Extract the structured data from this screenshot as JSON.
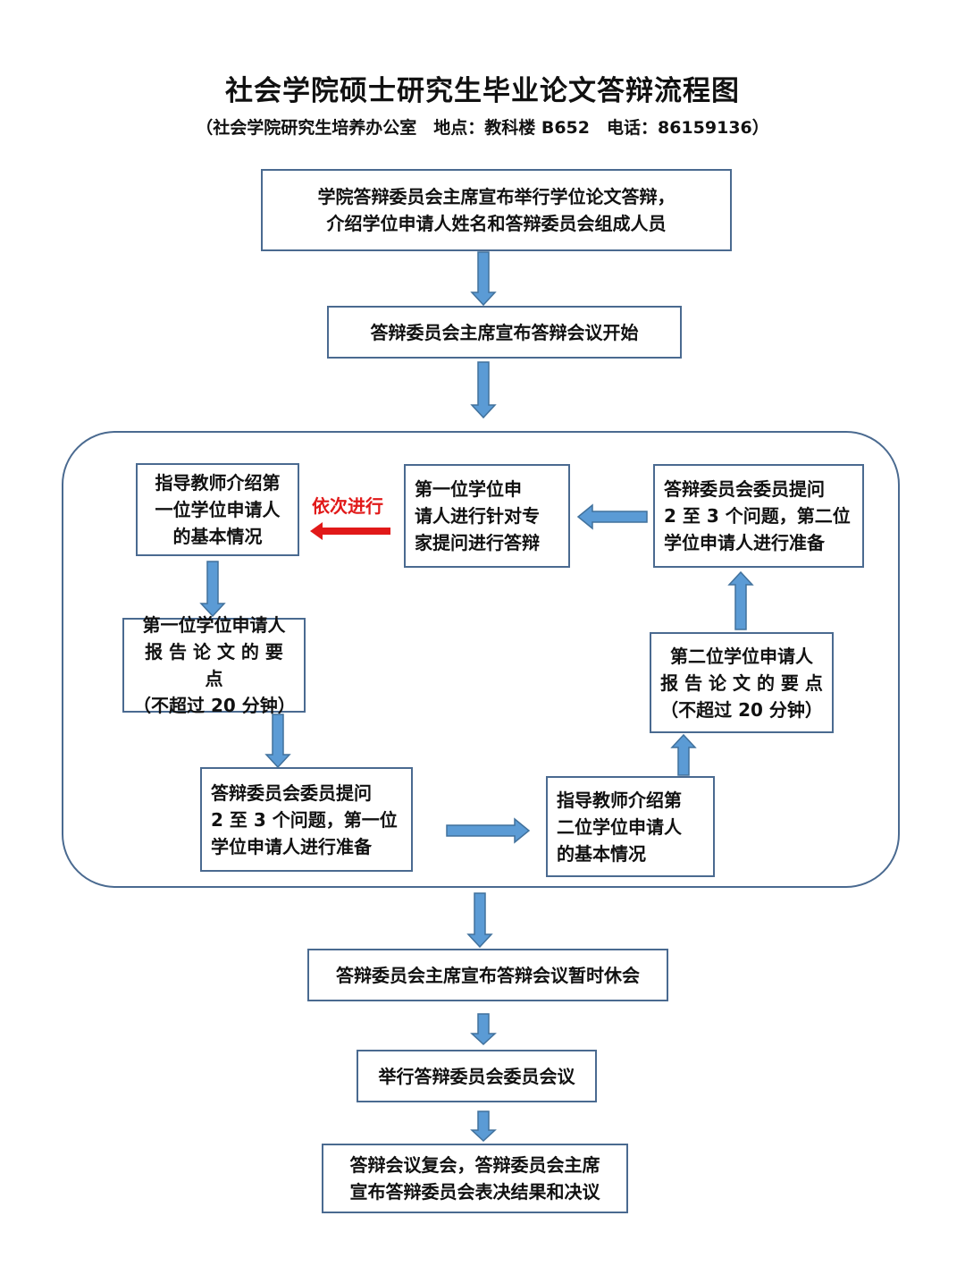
{
  "title": "社会学院硕士研究生毕业论文答辩流程图",
  "subtitle": "（社会学院研究生培养办公室　地点：教科楼 B652　电话：86159136）",
  "colors": {
    "arrow_fill": "#5b9bd5",
    "arrow_stroke": "#41719c",
    "box_border": "#4a6a90",
    "highlight": "#e11919"
  },
  "steps": {
    "s1": {
      "line1": "学院答辩委员会主席宣布举行学位论文答辩，",
      "line2": "介绍学位申请人姓名和答辩委员会组成人员"
    },
    "s2": "答辩委员会主席宣布答辩会议开始",
    "loop": {
      "b1": {
        "line1": "指导教师介绍第",
        "line2": "一位学位申请人",
        "line3": "的基本情况"
      },
      "b2": {
        "line1": "第一位学位申请人",
        "line2": "报 告 论 文 的 要 点",
        "line3": "（不超过 20 分钟）"
      },
      "b3": {
        "line1": "答辩委员会委员提问",
        "line2": "2 至 3 个问题，第一位",
        "line3": "学位申请人进行准备"
      },
      "b4": {
        "line1": "指导教师介绍第",
        "line2": "二位学位申请人",
        "line3": "的基本情况"
      },
      "b5": {
        "line1": "第二位学位申请人",
        "line2": "报 告 论 文 的 要 点",
        "line3": "（不超过 20 分钟）"
      },
      "b6": {
        "line1": "答辩委员会委员提问",
        "line2": "2 至 3 个问题，第二位",
        "line3": "学位申请人进行准备"
      },
      "b7": {
        "line1": "第一位学位申",
        "line2": "请人进行针对专",
        "line3": "家提问进行答辩"
      },
      "sequence_label": "依次进行"
    },
    "s3": "答辩委员会主席宣布答辩会议暂时休会",
    "s4": "举行答辩委员会委员会议",
    "s5": {
      "line1": "答辩会议复会，答辩委员会主席",
      "line2": "宣布答辩委员会表决结果和决议"
    }
  }
}
